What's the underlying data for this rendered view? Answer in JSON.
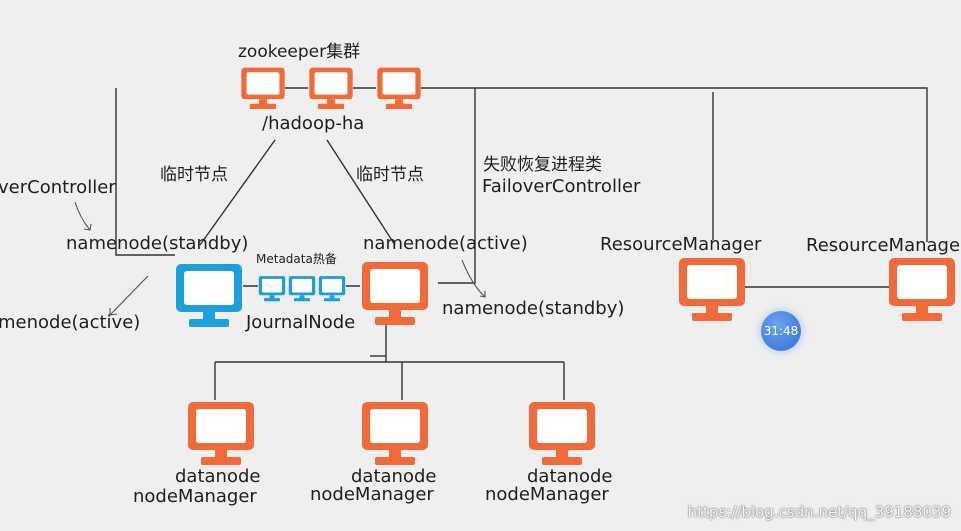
{
  "zookeeper_cluster_label": "zookeeper集群",
  "zk_path_label": "/hadoop-ha",
  "ephemeral_node_left": "临时节点",
  "ephemeral_node_right": "临时节点",
  "failover_controller_cn": "失败恢复进程类",
  "failover_controller_en": "FailoverController",
  "failover_controller_left_partial": "verController",
  "namenode_standby_left": "namenode(standby)",
  "namenode_active_left_partial": "menode(active)",
  "namenode_active_right": "namenode(active)",
  "namenode_standby_right": "namenode(standby)",
  "metadata_label": "Metadata热备",
  "journalnode_label": "JournalNode",
  "resource_manager_1": "ResourceManager",
  "resource_manager_2": "ResourceManage",
  "datanodes": [
    {
      "line1": "datanode",
      "line2": "nodeManager"
    },
    {
      "line1": "datanode",
      "line2": "nodeManager"
    },
    {
      "line1": "datanode",
      "line2": "nodeManager"
    }
  ],
  "timer_text": "31:48",
  "watermark": "https://blog.csdn.net/qq_39188039",
  "colors": {
    "orange": "#f06a3a",
    "blue": "#1e9fdd",
    "line": "#333333",
    "background": "#efefef"
  }
}
